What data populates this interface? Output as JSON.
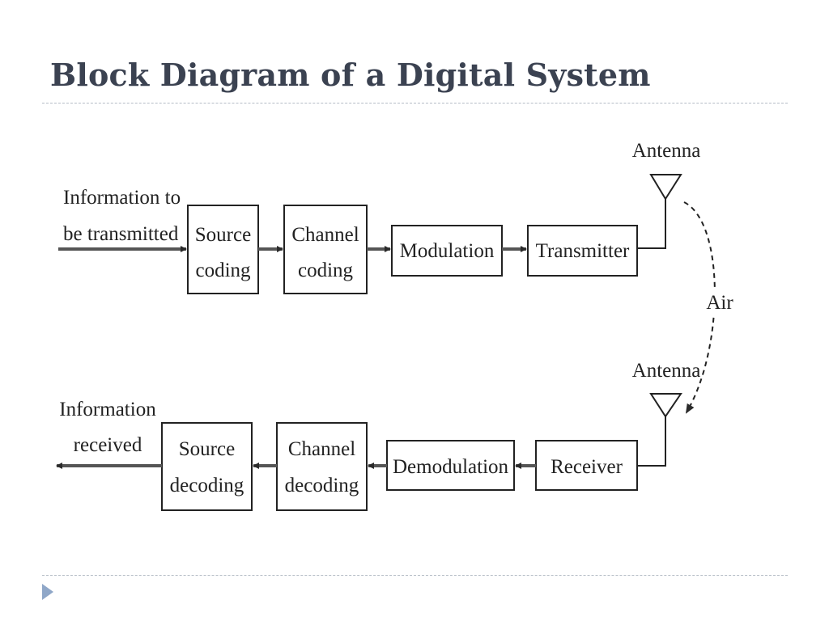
{
  "slide": {
    "title": "Block Diagram of a Digital System"
  },
  "diagram": {
    "transmit_chain": {
      "input_label": [
        "Information to",
        "be transmitted"
      ],
      "blocks": [
        {
          "name": "source-coding",
          "lines": [
            "Source",
            "coding"
          ]
        },
        {
          "name": "channel-coding",
          "lines": [
            "Channel",
            "coding"
          ]
        },
        {
          "name": "modulation",
          "lines": [
            "Modulation"
          ]
        },
        {
          "name": "transmitter",
          "lines": [
            "Transmitter"
          ]
        }
      ],
      "antenna_label": "Antenna"
    },
    "channel_label": "Air",
    "receive_chain": {
      "antenna_label": "Antenna",
      "blocks": [
        {
          "name": "receiver",
          "lines": [
            "Receiver"
          ]
        },
        {
          "name": "demodulation",
          "lines": [
            "Demodulation"
          ]
        },
        {
          "name": "channel-decoding",
          "lines": [
            "Channel",
            "decoding"
          ]
        },
        {
          "name": "source-decoding",
          "lines": [
            "Source",
            "decoding"
          ]
        }
      ],
      "output_label": [
        "Information",
        "received"
      ]
    }
  }
}
